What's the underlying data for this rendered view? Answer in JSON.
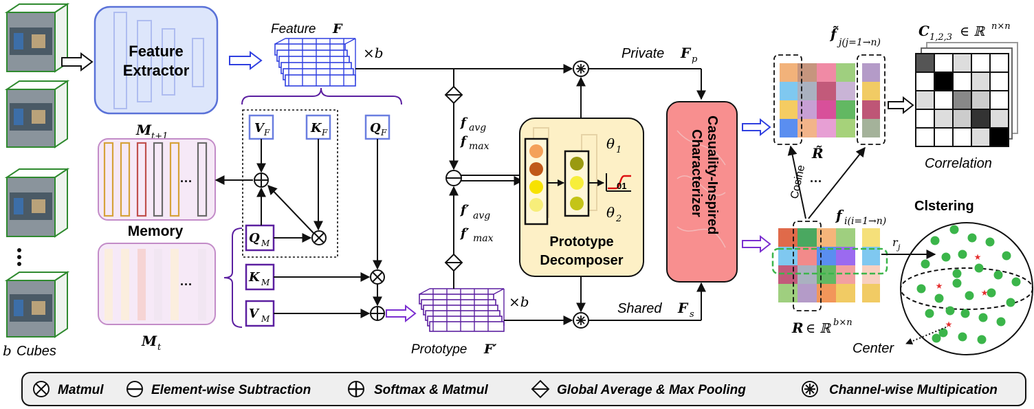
{
  "inputs": {
    "b_label": "b",
    "cubes_label": "Cubes"
  },
  "feature_extractor": {
    "line1": "Feature",
    "line2": "Extractor"
  },
  "feature": {
    "label": "Feature",
    "symbol": "F",
    "times": "×b"
  },
  "qkv_feature": {
    "v": "V",
    "v_sub": "F",
    "k": "K",
    "k_sub": "F",
    "q": "Q",
    "q_sub": "F"
  },
  "memory": {
    "title": "Memory",
    "m_next": "M",
    "m_next_sub": "t+1",
    "m_t": "M",
    "m_t_sub": "t",
    "ellipsis": "···"
  },
  "qkv_memory": {
    "q": "Q",
    "q_sub": "M",
    "k": "K",
    "k_sub": "M",
    "v": "V",
    "v_sub": "M"
  },
  "pooling_labels": {
    "f_avg": "f",
    "f_avg_sub": "avg",
    "f_max": "f",
    "f_max_sub": "max",
    "fp_avg": "f′",
    "fp_avg_sub": "avg",
    "fp_max": "f′",
    "fp_max_sub": "max"
  },
  "prototype": {
    "label": "Prototype",
    "symbol": "F′",
    "times": "×b"
  },
  "decomposer": {
    "line1": "Prototype",
    "line2": "Decomposer",
    "theta1": "θ",
    "theta1_sub": "1",
    "theta2": "θ",
    "theta2_sub": "2",
    "step_label": "01"
  },
  "streams": {
    "private_label": "Private",
    "private_sym": "F",
    "private_sub": "p",
    "shared_label": "Shared",
    "shared_sym": "F",
    "shared_sub": "s"
  },
  "characterizer": {
    "line1": "Casuality-Inspired",
    "line2": "Characterizer"
  },
  "r_tilde": {
    "label": "R̃",
    "f_label": "f̃",
    "f_sub": "j(j=1→n)"
  },
  "correlation": {
    "label": "Correlation",
    "c_sym": "C",
    "c_sub": "1,2,3",
    "c_rest": "∈ ℝ",
    "c_sup": "n×n"
  },
  "r_matrix": {
    "label": "R",
    "rest": "∈ ℝ",
    "sup": "b×n",
    "f_label": "f",
    "f_sub": "i(i=1→n)",
    "cosine": "Cosine",
    "dots": "···"
  },
  "clustering": {
    "title": "Clstering",
    "r_j": "r",
    "r_j_sub": "j",
    "center": "Center"
  },
  "legend": [
    {
      "icon": "matmul",
      "label": "Matmul"
    },
    {
      "icon": "subtraction",
      "label": "Element-wise Subtraction"
    },
    {
      "icon": "softmax",
      "label": "Softmax & Matmul"
    },
    {
      "icon": "pooling",
      "label": "Global Average & Max Pooling"
    },
    {
      "icon": "channel",
      "label": "Channel-wise Multipication"
    }
  ],
  "colors": {
    "extractor_fill": "#dde6fb",
    "extractor_stroke": "#5a72d8",
    "feature_blue": "#2f3fe0",
    "purple": "#5b1fa0",
    "memory_fill": "#f6e9f7",
    "memory_stroke": "#c38cc8",
    "decomposer_fill": "#fdf0c6",
    "characterizer_fill": "#f88f8f",
    "cluster_green": "#3bb54a",
    "legend_fill": "#efefef"
  }
}
